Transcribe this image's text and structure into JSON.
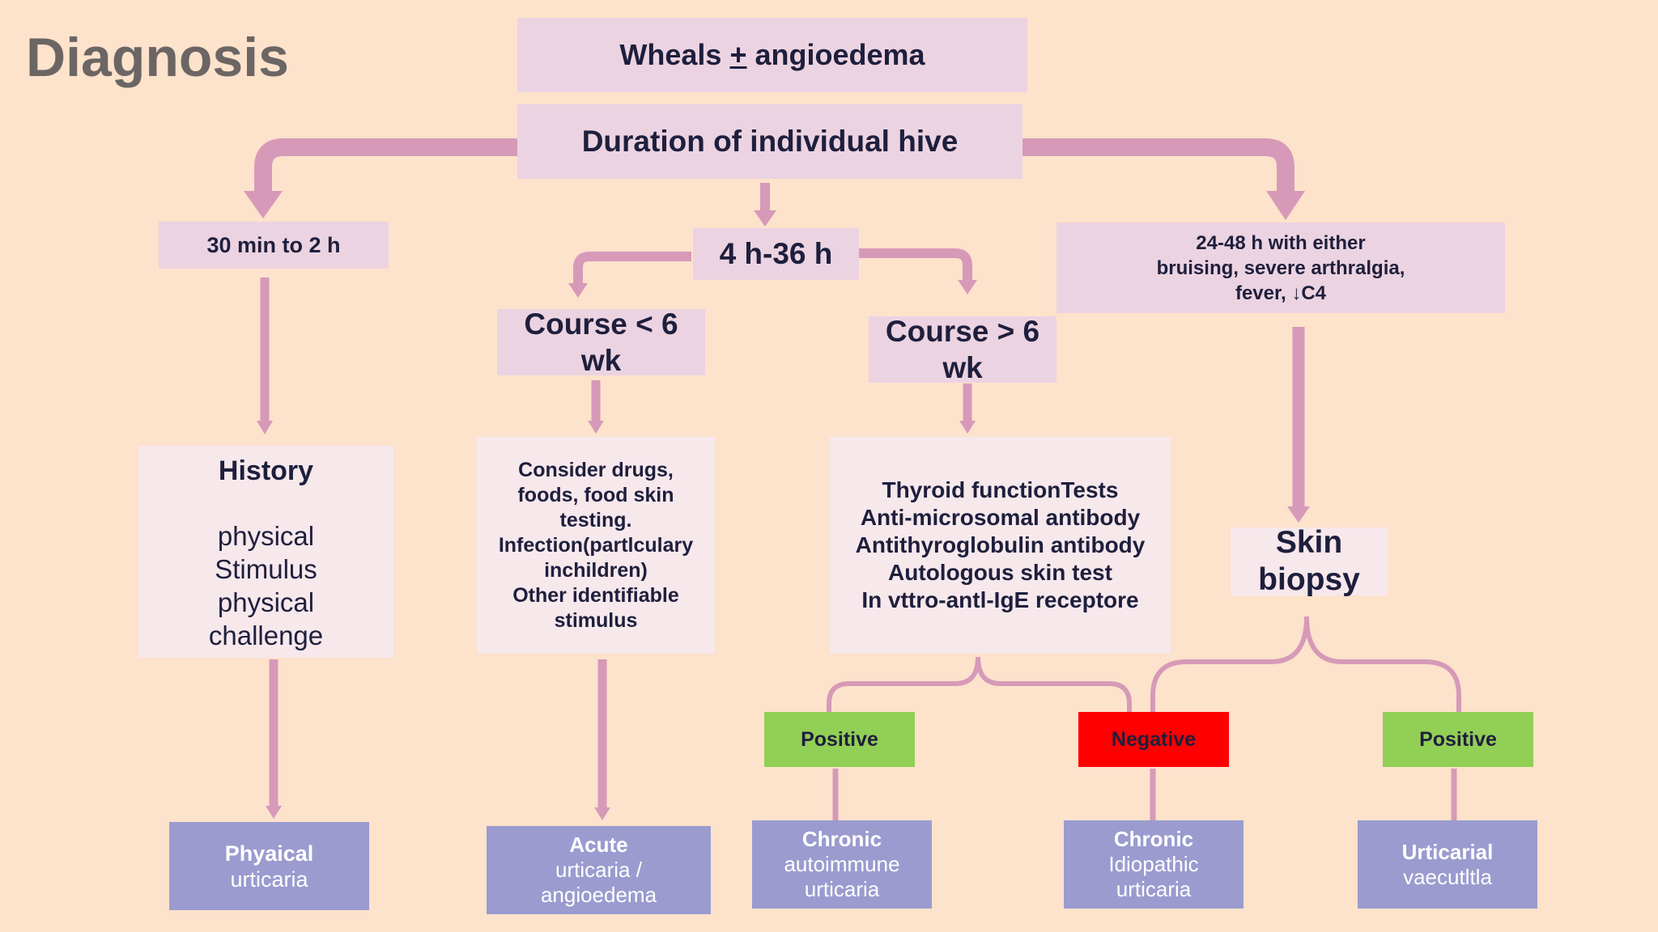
{
  "title": "Diagnosis",
  "top": {
    "wheals_a": "Wheals ",
    "wheals_pm": "+",
    "wheals_b": " angioedema",
    "duration": "Duration of individual hive"
  },
  "durations": {
    "short": "30 min to 2 h",
    "mid": "4 h-36 h",
    "long_l1": "24-48 h with either",
    "long_l2": "bruising, severe arthralgia,",
    "long_l3_a": "fever, ",
    "long_l3_arrow": "↓",
    "long_l3_b": "C4"
  },
  "course": {
    "lt6_l1": "Course < 6",
    "lt6_l2": "wk",
    "gt6_l1": "Course > 6",
    "gt6_l2": "wk"
  },
  "history": {
    "heading": "History",
    "lines": [
      "physical",
      "Stimulus",
      "physical",
      "challenge"
    ]
  },
  "consider": {
    "lines": [
      "Consider drugs,",
      "foods, food skin",
      "testing.",
      "Infection(partlculary",
      "inchildren)",
      "Other identifiable",
      "stimulus"
    ]
  },
  "tests": {
    "lines": [
      "Thyroid functionTests",
      "Anti-microsomal antibody",
      "Antithyroglobulin antibody",
      "Autologous skin test",
      "In vttro-antl-IgE receptore"
    ]
  },
  "biopsy": {
    "l1": "Skin",
    "l2": "biopsy"
  },
  "results": {
    "positive1": "Positive",
    "negative": "Negative",
    "positive2": "Positive"
  },
  "outcomes": {
    "physical": {
      "head": "Phyaical",
      "lines": [
        "urticaria"
      ]
    },
    "acute": {
      "head": "Acute",
      "lines": [
        "urticaria /",
        "angioedema"
      ]
    },
    "cau": {
      "head": "Chronic",
      "lines": [
        "autoimmune",
        "urticaria"
      ]
    },
    "ciu": {
      "head": "Chronic",
      "lines": [
        "Idiopathic",
        "urticaria"
      ]
    },
    "uv": {
      "head": "Urticarial",
      "lines": [
        "vaecutltla"
      ]
    }
  },
  "colors": {
    "background": "#fde2cc",
    "connector": "#d69ab8",
    "pink_box": "#ecd3e1",
    "light_box": "#f7e8ec",
    "outcome_box": "#9b9bcf",
    "positive": "#92cf55",
    "negative": "#ff0000",
    "title": "#6b6664",
    "text": "#1e1f3d"
  }
}
